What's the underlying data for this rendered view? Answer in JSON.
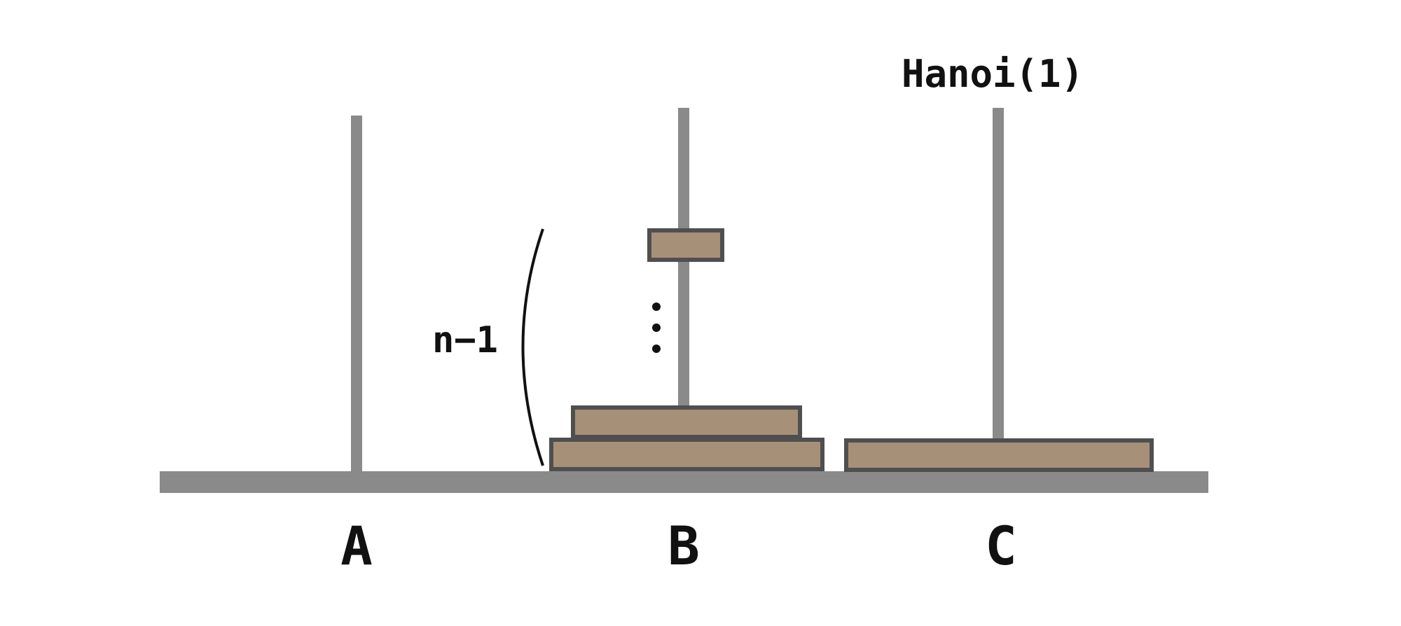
{
  "diagram": {
    "title": "Hanoi(1)",
    "bracket_label": "n−1",
    "rod_labels": [
      "A",
      "B",
      "C"
    ],
    "colors": {
      "base": "#8a8a8a",
      "rod": "#8a8a8a",
      "disk_fill": "#a69078",
      "disk_stroke": "#4f4f4f",
      "text": "#111111"
    }
  }
}
